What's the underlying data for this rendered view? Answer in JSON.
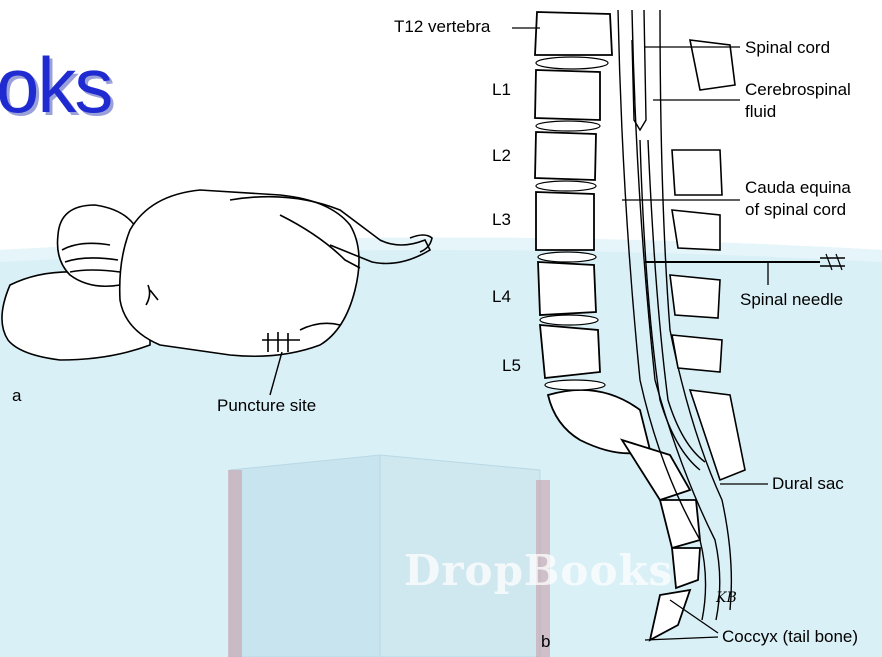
{
  "watermark": {
    "title_fragment": "oks",
    "brand": "DropBooks",
    "colors": {
      "title": "#1f2bd0",
      "band": "#cfeaf4",
      "book": "#d6ecf4",
      "spine": "#c9a7b0"
    }
  },
  "panel_a": {
    "letter": "a",
    "labels": {
      "puncture_site": "Puncture site"
    }
  },
  "panel_b": {
    "letter": "b",
    "vertebra_labels": [
      "L1",
      "L2",
      "L3",
      "L4",
      "L5"
    ],
    "labels": {
      "t12": "T12 vertebra",
      "spinal_cord": "Spinal cord",
      "csf": [
        "Cerebrospinal",
        "fluid"
      ],
      "cauda": [
        "Cauda equina",
        "of spinal cord"
      ],
      "needle": "Spinal needle",
      "dural_sac": "Dural sac",
      "coccyx": "Coccyx (tail bone)",
      "signature": "KB"
    }
  }
}
